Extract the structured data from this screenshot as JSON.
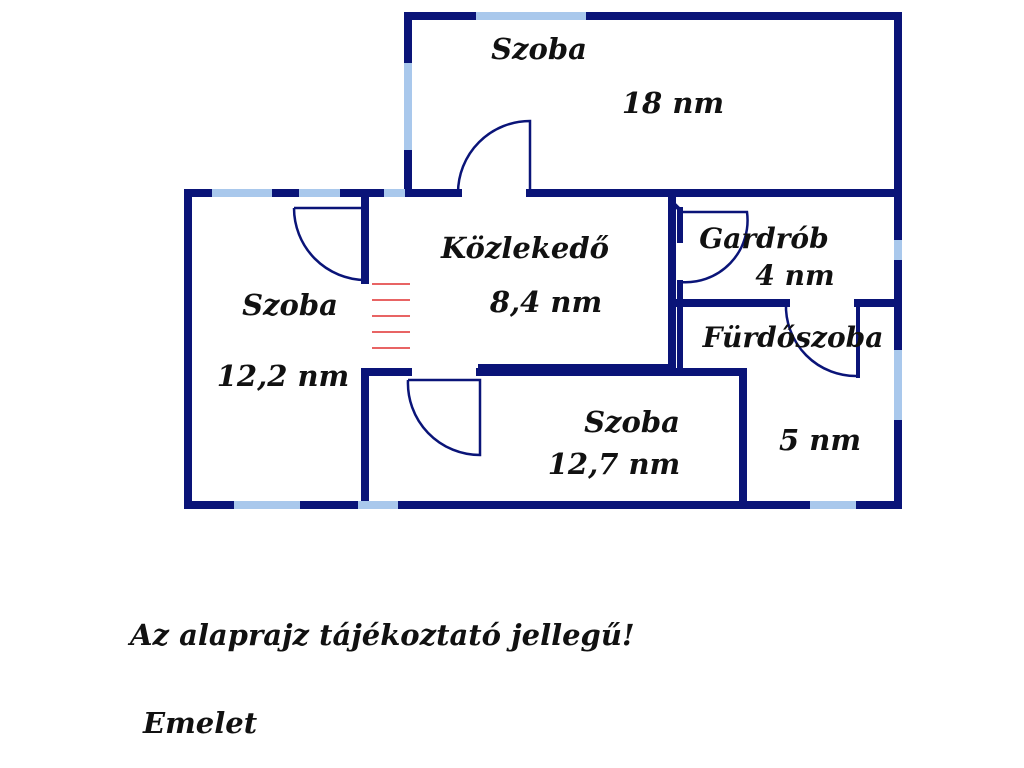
{
  "colors": {
    "wall": "#0a1478",
    "window": "#a9c8ec",
    "stair": "#e03030",
    "text": "#111111"
  },
  "rooms": {
    "room_top": {
      "name": "Szoba",
      "area": "18 nm"
    },
    "hallway": {
      "name": "Közlekedő",
      "area": "8,4 nm"
    },
    "wardrobe": {
      "name": "Gardrób",
      "area": "4 nm"
    },
    "room_left": {
      "name": "Szoba",
      "area": "12,2 nm"
    },
    "bathroom": {
      "name": "Fürdőszoba",
      "area": "5 nm"
    },
    "room_bottom": {
      "name": "Szoba",
      "area": "12,7 nm"
    }
  },
  "notes": {
    "disclaimer": "Az alaprajz tájékoztató jellegű!",
    "floor": "Emelet"
  }
}
